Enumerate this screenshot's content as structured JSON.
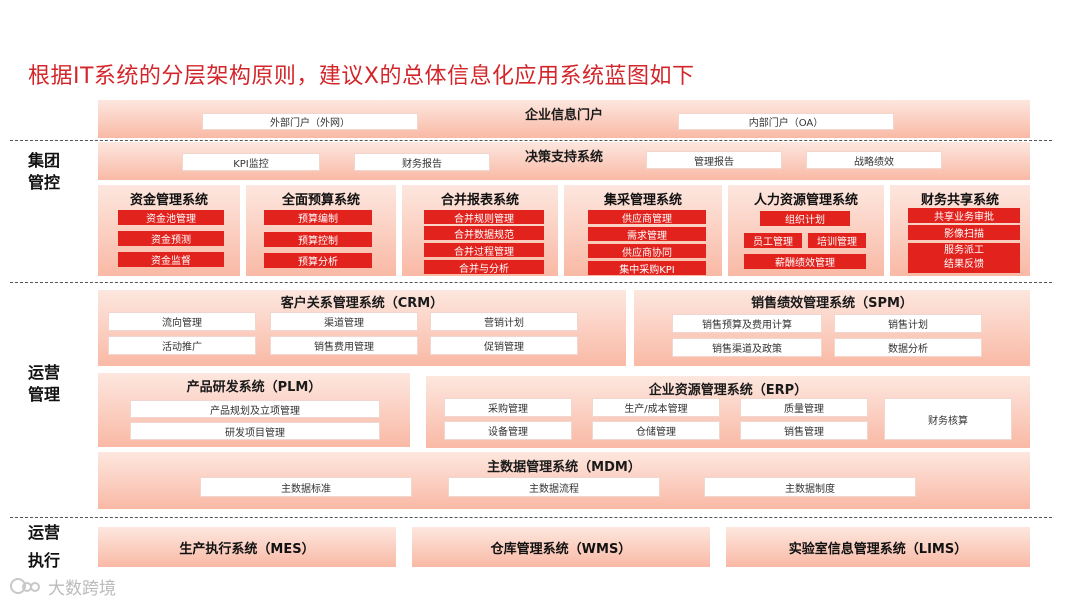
{
  "title": "根据IT系统的分层架构原则，建议X的总体信息化应用系统蓝图如下",
  "side_labels": {
    "group_line1": "集团",
    "group_line2": "管控",
    "ops_line1": "运营",
    "ops_line2": "管理",
    "exec_line1": "运营",
    "exec_line2": "执行"
  },
  "portal": {
    "title": "企业信息门户",
    "external": "外部门户（外网）",
    "internal": "内部门户（OA）"
  },
  "decision": {
    "title": "决策支持系统",
    "items": [
      "KPI监控",
      "财务报告",
      "管理报告",
      "战略绩效"
    ]
  },
  "group_systems": [
    {
      "title": "资金管理系统",
      "items": [
        "资金池管理",
        "资金预测",
        "资金监督"
      ]
    },
    {
      "title": "全面预算系统",
      "items": [
        "预算编制",
        "预算控制",
        "预算分析"
      ]
    },
    {
      "title": "合并报表系统",
      "items": [
        "合并规则管理",
        "合并数据规范",
        "合并过程管理",
        "合并与分析"
      ]
    },
    {
      "title": "集采管理系统",
      "items": [
        "供应商管理",
        "需求管理",
        "供应商协同",
        "集中采购KPI"
      ]
    },
    {
      "title": "人力资源管理系统",
      "items": [
        "组织计划",
        "员工管理",
        "培训管理",
        "薪酬绩效管理"
      ]
    },
    {
      "title": "财务共享系统",
      "items": [
        "共享业务审批",
        "影像扫描",
        "服务派工",
        "结果反馈"
      ]
    }
  ],
  "crm": {
    "title": "客户关系管理系统（CRM）",
    "items": [
      "流向管理",
      "渠道管理",
      "营销计划",
      "活动推广",
      "销售费用管理",
      "促销管理"
    ]
  },
  "spm": {
    "title": "销售绩效管理系统（SPM）",
    "items": [
      "销售预算及费用计算",
      "销售计划",
      "销售渠道及政策",
      "数据分析"
    ]
  },
  "plm": {
    "title": "产品研发系统（PLM）",
    "items": [
      "产品规划及立项管理",
      "研发项目管理"
    ]
  },
  "erp": {
    "title": "企业资源管理系统（ERP）",
    "items": [
      "采购管理",
      "生产/成本管理",
      "质量管理",
      "设备管理",
      "仓储管理",
      "销售管理",
      "财务核算"
    ]
  },
  "mdm": {
    "title": "主数据管理系统（MDM）",
    "items": [
      "主数据标准",
      "主数据流程",
      "主数据制度"
    ]
  },
  "execution": [
    "生产执行系统（MES）",
    "仓库管理系统（WMS）",
    "实验室信息管理系统（LIMS）"
  ],
  "watermark": "大数跨境"
}
